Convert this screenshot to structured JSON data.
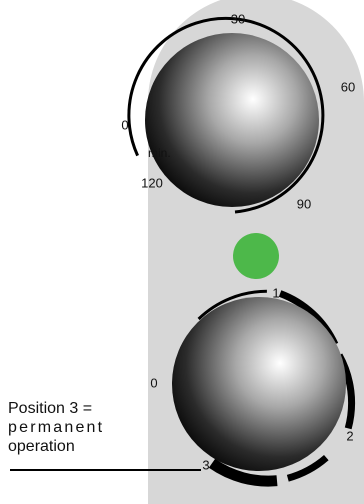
{
  "colors": {
    "panel": "#d7d7d7",
    "knob_light": "#ffffff",
    "knob_dark": "#000000",
    "indicator_led": "#4db84a",
    "scale": "#000000"
  },
  "timer_knob": {
    "unit_label": "min.",
    "scale_labels": [
      "0",
      "30",
      "60",
      "90",
      "120"
    ]
  },
  "indicator": {
    "icon": "green-led-indicator"
  },
  "mode_knob": {
    "scale_labels": [
      "0",
      "1",
      "2",
      "3"
    ]
  },
  "callout": {
    "lines": [
      "Position 3 =",
      "permanent",
      "operation"
    ],
    "target_label": "3"
  }
}
